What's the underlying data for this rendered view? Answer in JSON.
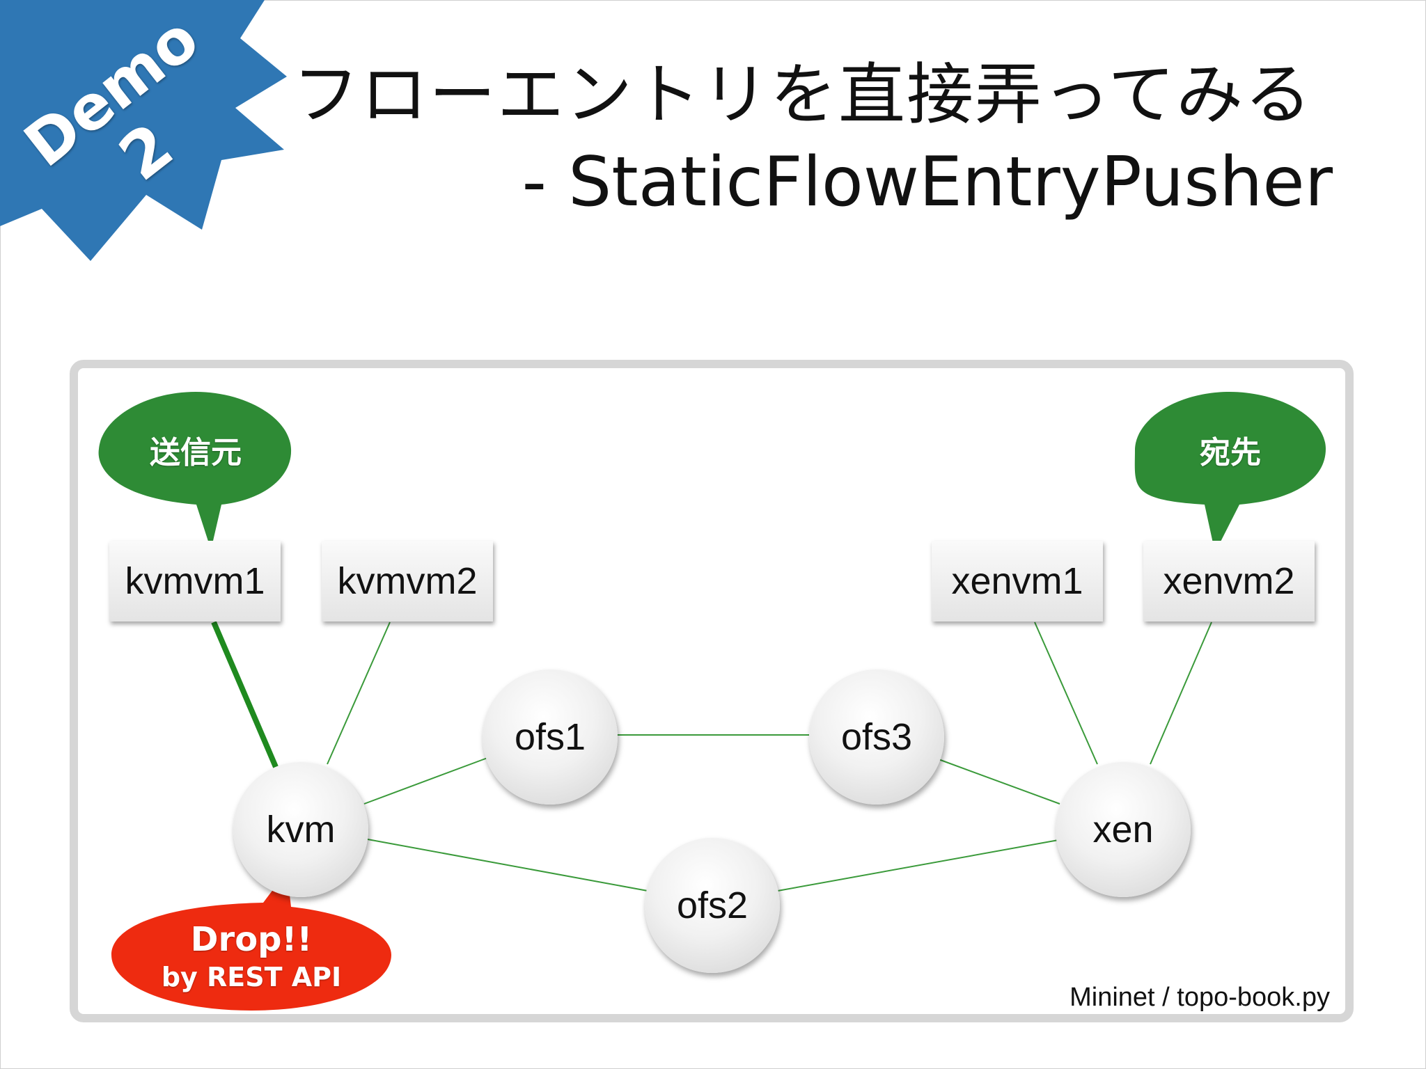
{
  "title": {
    "line1": "フローエントリを直接弄ってみる",
    "line2": "- StaticFlowEntryPusher"
  },
  "badge": {
    "line1": "Demo",
    "line2": "2",
    "color": "#2f77b4"
  },
  "diagram": {
    "hosts": {
      "kvmvm1": "kvmvm1",
      "kvmvm2": "kvmvm2",
      "xenvm1": "xenvm1",
      "xenvm2": "xenvm2"
    },
    "switches": {
      "kvm": "kvm",
      "ofs1": "ofs1",
      "ofs2": "ofs2",
      "ofs3": "ofs3",
      "xen": "xen"
    },
    "links": [
      [
        "kvmvm1",
        "kvm",
        "highlight"
      ],
      [
        "kvmvm2",
        "kvm",
        "normal"
      ],
      [
        "kvm",
        "ofs1",
        "normal"
      ],
      [
        "kvm",
        "ofs2",
        "normal"
      ],
      [
        "ofs1",
        "ofs3",
        "normal"
      ],
      [
        "ofs3",
        "xen",
        "normal"
      ],
      [
        "ofs2",
        "xen",
        "normal"
      ],
      [
        "xenvm1",
        "xen",
        "normal"
      ],
      [
        "xenvm2",
        "xen",
        "normal"
      ]
    ],
    "callouts": {
      "source": "送信元",
      "destination": "宛先",
      "drop_line1": "Drop!!",
      "drop_line2": "by REST API"
    },
    "caption": "Mininet / topo-book.py"
  },
  "colors": {
    "link": "#3a9a3a",
    "link_highlight": "#1f8a1f",
    "bubble_green": "#2e8b35",
    "bubble_red": "#ee2b10",
    "panel_border": "#d6d6d6"
  }
}
